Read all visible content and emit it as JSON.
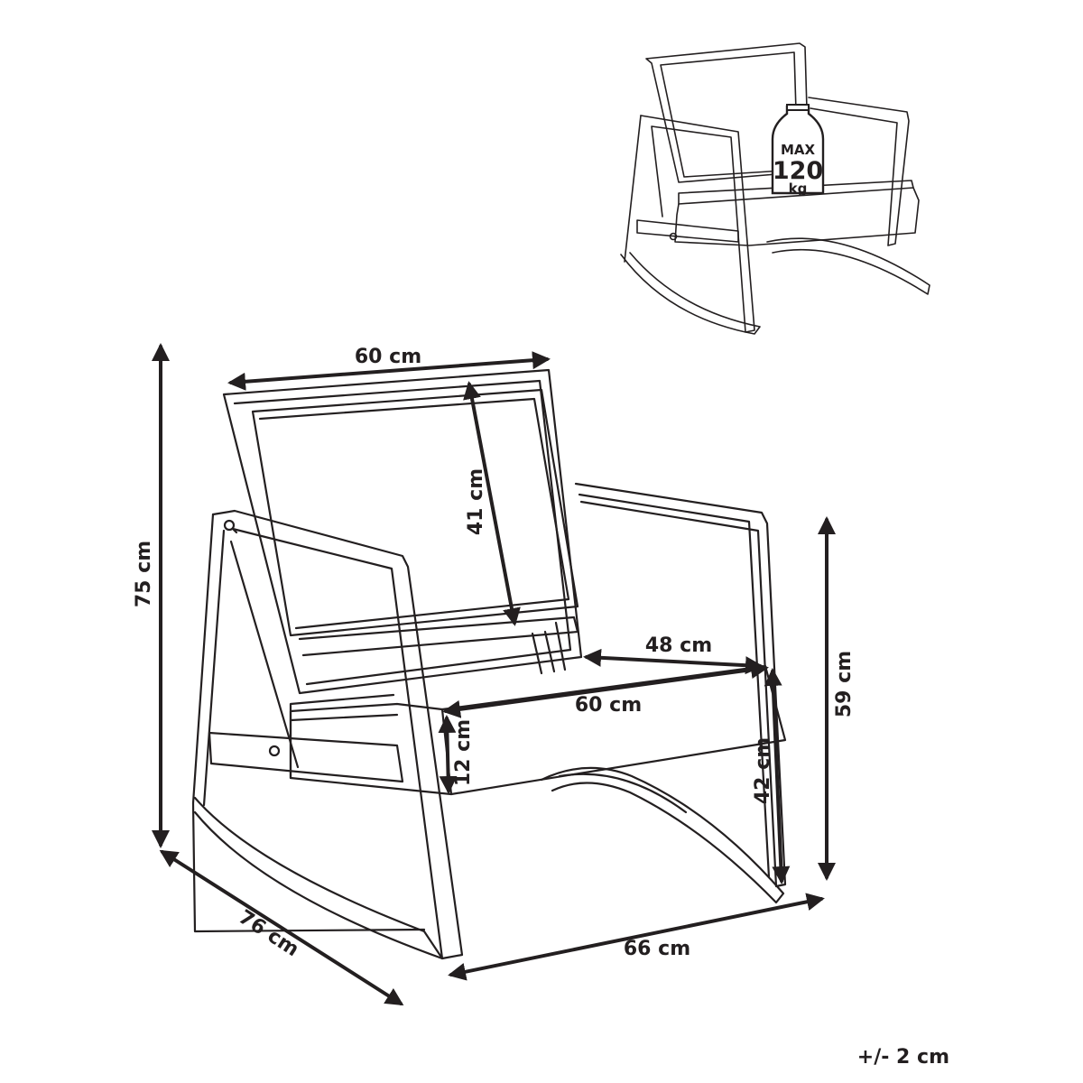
{
  "dimensions": {
    "back_width": "60 cm",
    "back_height": "41 cm",
    "total_height": "75 cm",
    "armrest_height": "59 cm",
    "seat_depth": "48 cm",
    "seat_width": "60 cm",
    "seat_thickness": "12 cm",
    "seat_height": "42 cm",
    "total_depth": "76 cm",
    "total_width": "66 cm"
  },
  "badge": {
    "line1": "MAX",
    "line2": "120",
    "line3": "kg"
  },
  "tolerance": "+/- 2 cm"
}
